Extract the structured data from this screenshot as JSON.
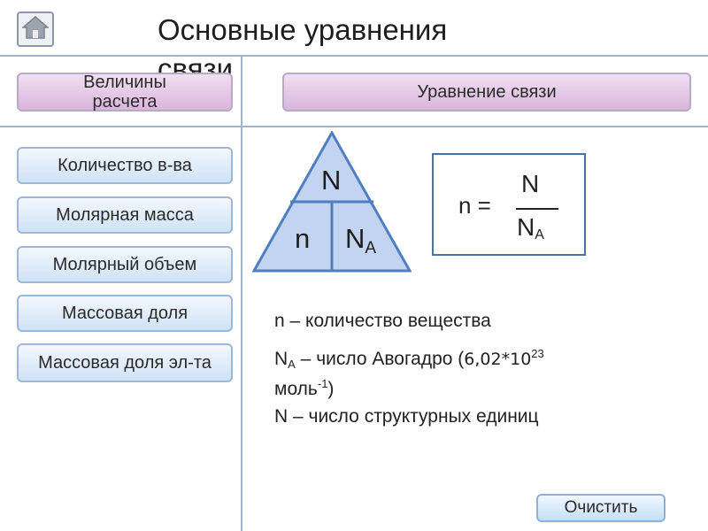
{
  "header": {
    "title": "Основные уравнения связи"
  },
  "columns": {
    "left_header": "Величины расчета",
    "right_header": "Уравнение связи"
  },
  "sidebar": {
    "items": [
      {
        "label": "Количество в-ва"
      },
      {
        "label": "Молярная масса"
      },
      {
        "label": "Молярный объем"
      },
      {
        "label": "Массовая доля"
      },
      {
        "label": "Массовая доля эл-та"
      }
    ]
  },
  "triangle": {
    "top": "N",
    "bottom_left": "n",
    "bottom_right_main": "N",
    "bottom_right_sub": "A"
  },
  "formula": {
    "lhs": "n =",
    "numerator": "N",
    "denominator_main": "N",
    "denominator_sub": "A"
  },
  "legend": {
    "line1": "n – количество вещества",
    "line2_symbol": "N",
    "line2_sub": "A",
    "line2_text": " – число Авогадро (",
    "line2_value": "6,02*10",
    "line2_exp": "23",
    "line3_text": "моль",
    "line3_exp": "-1",
    "line3_close": ")",
    "line4": "N – число структурных единиц"
  },
  "buttons": {
    "clear_label": "Очистить"
  },
  "colors": {
    "header_pill": "#e3c6e5",
    "side_pill": "#d6e7f8",
    "triangle_fill": "#c2d4ef",
    "triangle_stroke": "#4f7ec2",
    "frame_line": "#9fb6c9"
  },
  "icons": {
    "home": "home-icon"
  }
}
